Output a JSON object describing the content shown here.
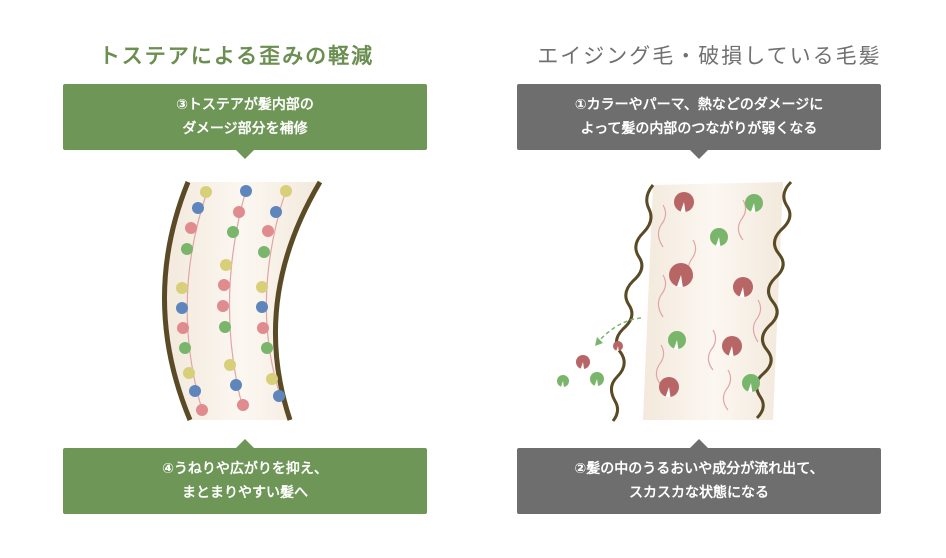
{
  "left": {
    "title": "トステアによる歪みの軽減",
    "top_callout": [
      "③トステアが髪内部の",
      "ダメージ部分を補修"
    ],
    "bottom_callout": [
      "④うねりや広がりを抑え、",
      "まとまりやすい髪へ"
    ]
  },
  "right": {
    "title": "エイジング毛・破損している毛髪",
    "top_callout": [
      "①カラーやパーマ、熱などのダメージに",
      "よって髪の内部のつながりが弱くなる"
    ],
    "bottom_callout": [
      "②髪の中のうるおいや成分が流れ出て、",
      "スカスカな状態になる"
    ]
  },
  "colors": {
    "green_accent": "#6e9657",
    "gray_accent": "#6e6e6e",
    "particle_yellow": "#d8cf7a",
    "particle_blue": "#5e86bd",
    "particle_pink": "#e08c8f",
    "particle_green": "#7ab56c",
    "particle_red": "#b86565",
    "hair_outline": "#5a4a25"
  }
}
